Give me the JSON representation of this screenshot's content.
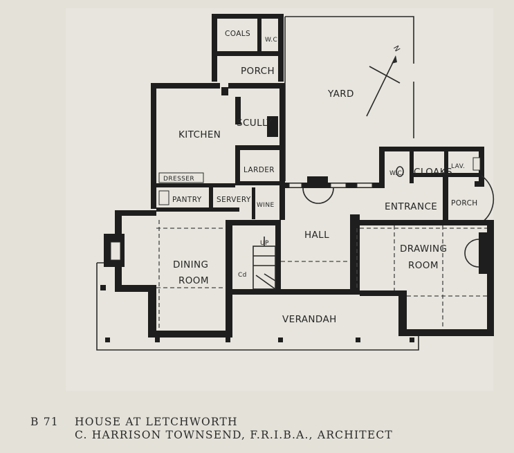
{
  "plan": {
    "labels": {
      "coals": "COALS",
      "wc_yard": "W.C.",
      "porch_back": "PORCH",
      "yard": "YARD",
      "north": "N",
      "kitchen": "KITCHEN",
      "scully": "SCULLY",
      "larder": "LARDER",
      "dresser": "DRESSER",
      "pantry": "PANTRY",
      "servery": "SERVERY",
      "wine": "WINE",
      "wc_cloaks": "W.C.",
      "cloaks": "CLOAKS",
      "lav": "LAV.",
      "entrance": "ENTRANCE",
      "porch_front": "PORCH",
      "hall": "HALL",
      "up": "UP",
      "cupboard": "Cd",
      "dining": "DINING",
      "dining_room": "ROOM",
      "drawing": "DRAWING",
      "drawing_room": "ROOM",
      "verandah": "VERANDAH"
    }
  },
  "caption": {
    "code": "B 71",
    "title": "HOUSE AT LETCHWORTH",
    "architect": "C. HARRISON TOWNSEND, F.R.I.B.A., ARCHITECT"
  }
}
